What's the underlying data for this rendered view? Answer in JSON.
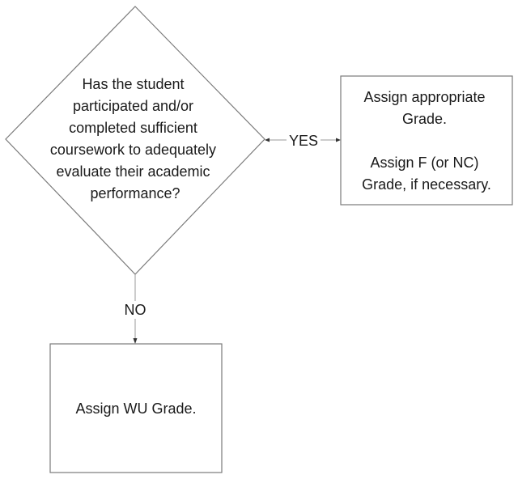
{
  "decision": {
    "lines": [
      "Has the student",
      "participated and/or",
      "completed sufficient",
      "coursework to adequately",
      "evaluate their academic",
      "performance?"
    ]
  },
  "yes_box": {
    "lines": [
      "Assign appropriate",
      "Grade.",
      "",
      "Assign F (or NC)",
      "Grade, if necessary."
    ]
  },
  "no_box": {
    "lines": [
      "Assign WU Grade."
    ]
  },
  "edges": {
    "yes_label": "YES",
    "no_label": "NO"
  }
}
